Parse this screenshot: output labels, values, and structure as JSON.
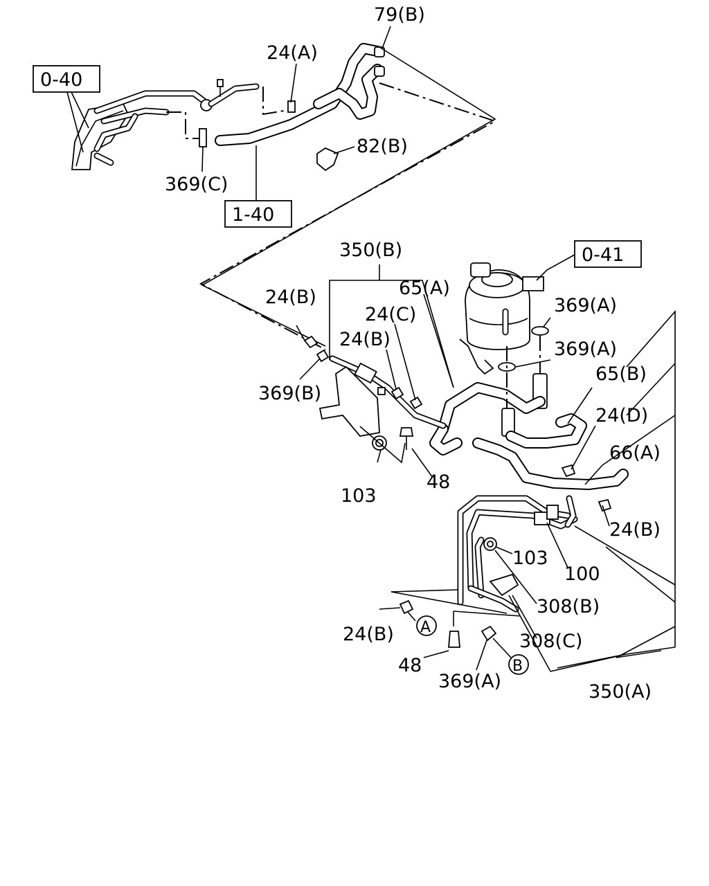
{
  "ref_boxes": {
    "r0_40": "0-40",
    "r1_40": "1-40",
    "r0_41": "0-41"
  },
  "callouts": {
    "c79b": "79(B)",
    "c24a": "24(A)",
    "c82b": "82(B)",
    "c369c": "369(C)",
    "c350b": "350(B)",
    "c65a": "65(A)",
    "c24b_1": "24(B)",
    "c24c": "24(C)",
    "c24b_2": "24(B)",
    "c369b": "369(B)",
    "c369a_1": "369(A)",
    "c369a_2": "369(A)",
    "c65b": "65(B)",
    "c24d": "24(D)",
    "c66a": "66(A)",
    "c24b_3": "24(B)",
    "c103_1": "103",
    "c48_1": "48",
    "c103_2": "103",
    "c100": "100",
    "c308b": "308(B)",
    "c308c": "308(C)",
    "c24b_4": "24(B)",
    "c48_2": "48",
    "c369a_3": "369(A)",
    "c350a": "350(A)"
  },
  "markers": {
    "mA": "A",
    "mB": "B"
  }
}
